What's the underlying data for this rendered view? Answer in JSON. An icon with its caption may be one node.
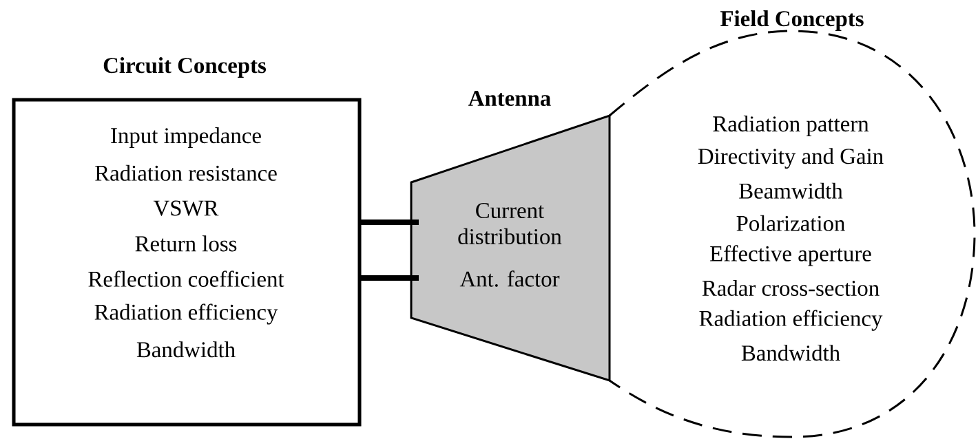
{
  "diagram": {
    "nodes": [
      {
        "text": [
          "Circuit Concepts",
          "Input impedance",
          "Radiation resistance",
          "VSWR",
          "Return loss",
          "Reflection coefficient",
          "Radiation efficiency",
          "Bandwidth"
        ]
      },
      {
        "text": [
          "Antenna",
          "Current distribution",
          "Ant. factor"
        ]
      },
      {
        "text": [
          "Field Concepts",
          "Radiation pattern",
          "Directivity and Gain",
          "Beamwidth",
          "Polarization",
          "Effective aperture",
          "Radar cross-section",
          "Radiation efficiency",
          "Bandwidth"
        ]
      }
    ],
    "edges": [
      {
        "from": 0,
        "to": 1,
        "arrow": "none"
      },
      {
        "from": 0,
        "to": 1,
        "arrow": "none"
      }
    ]
  }
}
